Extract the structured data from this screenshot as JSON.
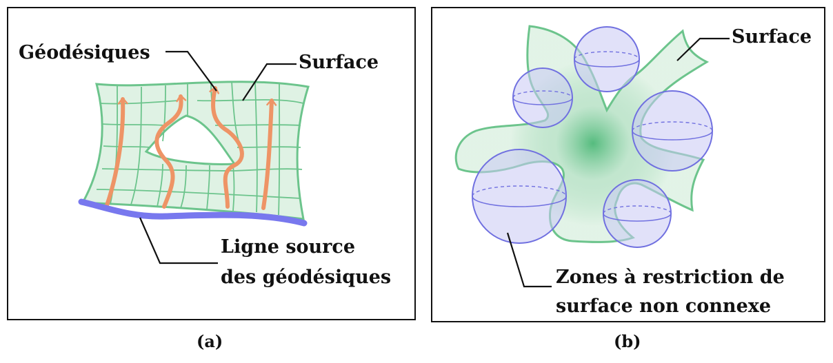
{
  "panel_a": {
    "caption": "(a)",
    "label_geodesics": "Géodésiques",
    "label_surface": "Surface",
    "label_source_line_1": "Ligne source",
    "label_source_line_2": "des géodésiques"
  },
  "panel_b": {
    "caption": "(b)",
    "label_surface": "Surface",
    "label_zones_line_1": "Zones à restriction de",
    "label_zones_line_2": "surface non connexe"
  },
  "colors": {
    "surface_fill": "#dff2e4",
    "surface_stroke": "#6cc48c",
    "geodesic": "#ee9466",
    "source_line": "#7878ee",
    "sphere_fill": "#c8c8f4",
    "sphere_stroke": "#7070e0",
    "frame": "#111111"
  }
}
